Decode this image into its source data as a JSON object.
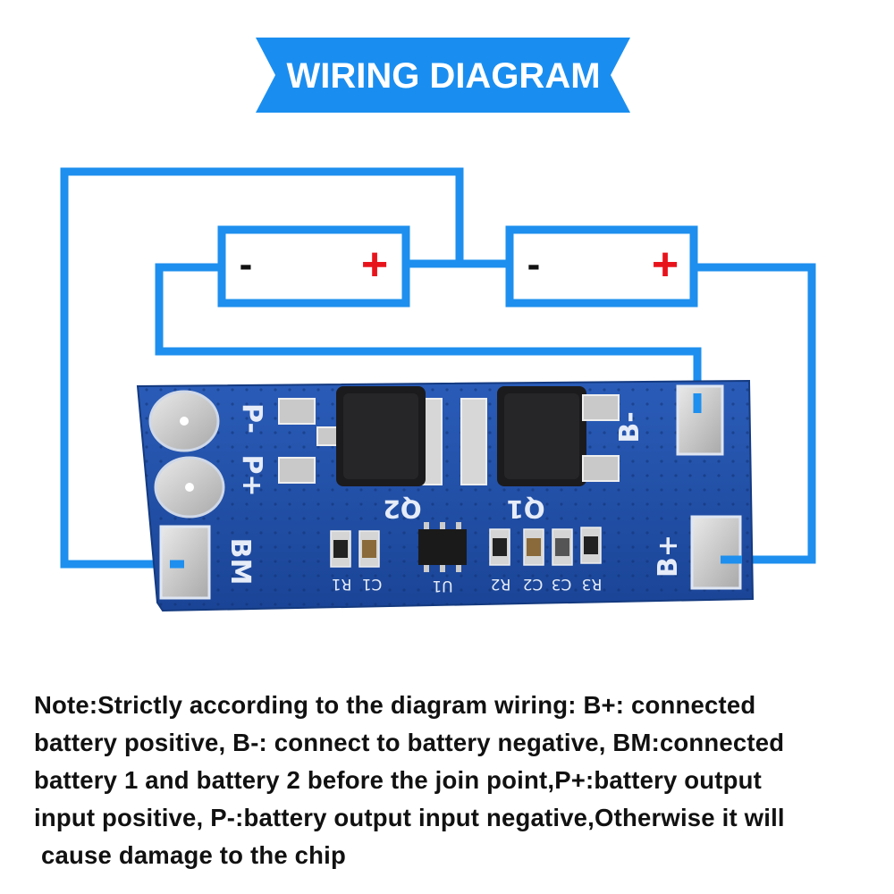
{
  "banner": {
    "title": "WIRING DIAGRAM"
  },
  "batteries": [
    {
      "minus": "-",
      "plus": "+"
    },
    {
      "minus": "-",
      "plus": "+"
    }
  ],
  "board": {
    "pad_labels": {
      "p_minus": "P-",
      "p_plus": "P+",
      "bm": "BM",
      "b_minus": "B-",
      "b_plus": "B+"
    },
    "mosfets": [
      "Q2",
      "Q1"
    ],
    "components": [
      "R1",
      "C1",
      "U1",
      "R2",
      "C2",
      "C3",
      "R3"
    ]
  },
  "note": {
    "lines": [
      "Note:Strictly according to the diagram wiring: B+: connected",
      "battery positive, B-: connect to battery negative, BM:connected",
      "battery 1 and battery 2 before the join point,P+:battery output",
      "input positive, P-:battery output input negative,Otherwise it will",
      "cause damage to the chip"
    ]
  },
  "colors": {
    "wire": "#1e8fee",
    "banner": "#1a8ef0",
    "pcb": "#1f4fa8",
    "plus": "#e8141c",
    "note_text": "#111111"
  }
}
